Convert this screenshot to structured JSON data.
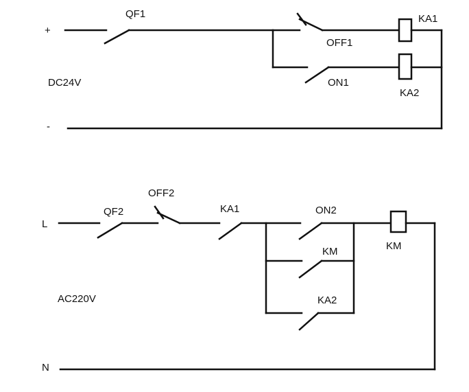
{
  "dc_circuit": {
    "supply_label": "DC24V",
    "positive_label": "+",
    "negative_label": "-",
    "breaker": "QF1",
    "stop_button": "OFF1",
    "start_button": "ON1",
    "relay_coil_1": "KA1",
    "relay_coil_2": "KA2"
  },
  "ac_circuit": {
    "supply_label": "AC220V",
    "line_label": "L",
    "neutral_label": "N",
    "breaker": "QF2",
    "stop_button": "OFF2",
    "relay_contact": "KA1",
    "start_button": "ON2",
    "hold_contact": "KM",
    "relay_contact_2": "KA2",
    "contactor_coil": "KM"
  }
}
